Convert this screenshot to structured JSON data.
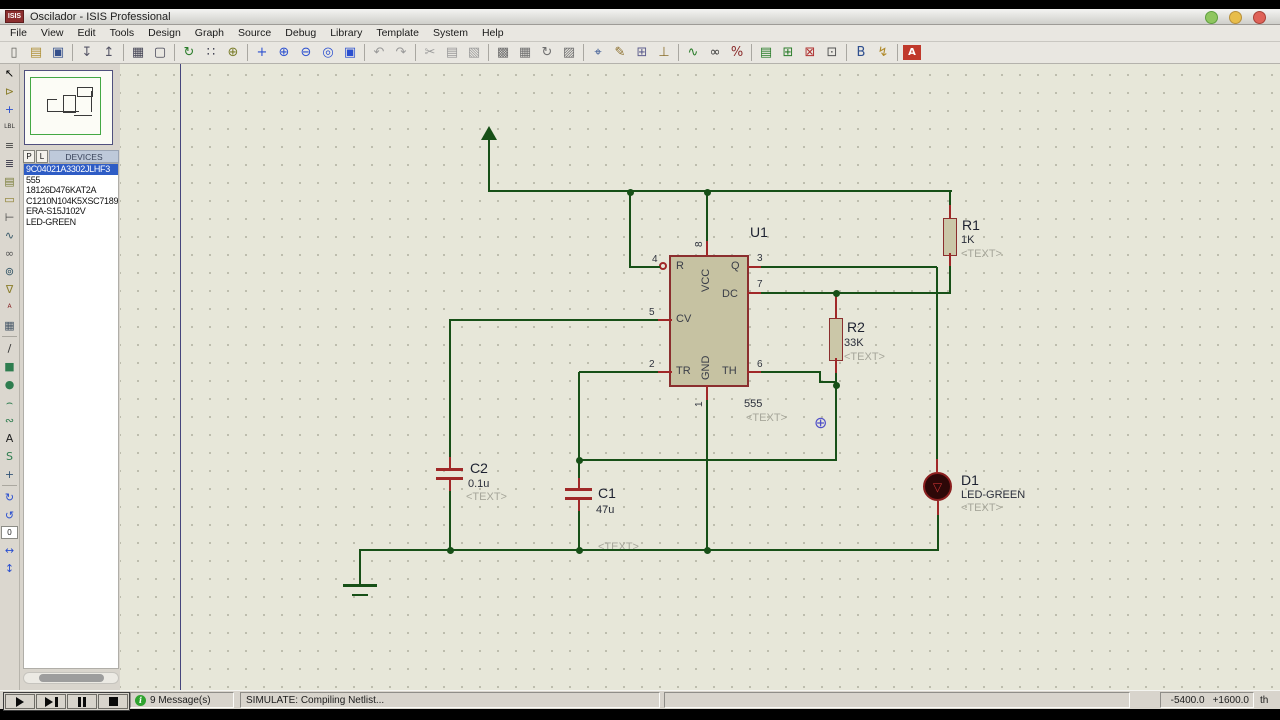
{
  "window": {
    "title": "Oscilador - ISIS Professional",
    "badge": "ISIS"
  },
  "menu": [
    "File",
    "View",
    "Edit",
    "Tools",
    "Design",
    "Graph",
    "Source",
    "Debug",
    "Library",
    "Template",
    "System",
    "Help"
  ],
  "toolbar_groups": [
    [
      {
        "n": "new-file-icon",
        "g": "▯",
        "c": "#666660"
      },
      {
        "n": "open-design-icon",
        "g": "▤",
        "c": "#b0923a"
      },
      {
        "n": "save-design-icon",
        "g": "▣",
        "c": "#35508c"
      }
    ],
    [
      {
        "n": "import-section-icon",
        "g": "↧",
        "c": "#556"
      },
      {
        "n": "export-section-icon",
        "g": "↥",
        "c": "#556"
      }
    ],
    [
      {
        "n": "print-icon",
        "g": "▦",
        "c": "#445"
      },
      {
        "n": "mark-output-area-icon",
        "g": "▢",
        "c": "#445"
      }
    ],
    [
      {
        "n": "redraw-icon",
        "g": "↻",
        "c": "#2a7d2a"
      },
      {
        "n": "toggle-grid-icon",
        "g": "∷",
        "c": "#445"
      },
      {
        "n": "origin-icon",
        "g": "⊕",
        "c": "#7a7d2a"
      }
    ],
    [
      {
        "n": "pan-icon",
        "g": "+",
        "c": "#2a4fd0"
      },
      {
        "n": "zoom-in-icon",
        "g": "⊕",
        "c": "#2a4fd0"
      },
      {
        "n": "zoom-out-icon",
        "g": "⊖",
        "c": "#2a4fd0"
      },
      {
        "n": "zoom-all-icon",
        "g": "◎",
        "c": "#2a4fd0"
      },
      {
        "n": "zoom-area-icon",
        "g": "▣",
        "c": "#2a4fd0"
      }
    ],
    [
      {
        "n": "undo-icon",
        "g": "↶",
        "c": "#9a9a9a"
      },
      {
        "n": "redo-icon",
        "g": "↷",
        "c": "#9a9a9a"
      }
    ],
    [
      {
        "n": "cut-icon",
        "g": "✂",
        "c": "#9a9a9a"
      },
      {
        "n": "copy-icon",
        "g": "▤",
        "c": "#9a9a9a"
      },
      {
        "n": "paste-icon",
        "g": "▧",
        "c": "#9a9a9a"
      }
    ],
    [
      {
        "n": "block-copy-icon",
        "g": "▩",
        "c": "#6f6f6f"
      },
      {
        "n": "block-move-icon",
        "g": "▦",
        "c": "#6f6f6f"
      },
      {
        "n": "block-rotate-icon",
        "g": "↻",
        "c": "#6f6f6f"
      },
      {
        "n": "block-delete-icon",
        "g": "▨",
        "c": "#6f6f6f"
      }
    ],
    [
      {
        "n": "pick-device-icon",
        "g": "⌖",
        "c": "#2f4f8f"
      },
      {
        "n": "make-device-icon",
        "g": "✎",
        "c": "#8a6d2a"
      },
      {
        "n": "packaging-tool-icon",
        "g": "⊞",
        "c": "#5f5f8f"
      },
      {
        "n": "decompose-icon",
        "g": "⊥",
        "c": "#8a6d2a"
      }
    ],
    [
      {
        "n": "wire-autorouter-icon",
        "g": "∿",
        "c": "#2a7d2a"
      },
      {
        "n": "search-tag-icon",
        "g": "∞",
        "c": "#333"
      },
      {
        "n": "property-assignment-icon",
        "g": "%",
        "c": "#8a2a2a"
      }
    ],
    [
      {
        "n": "design-explorer-icon",
        "g": "▤",
        "c": "#2a7d2a"
      },
      {
        "n": "new-sheet-icon",
        "g": "⊞",
        "c": "#2a7d2a"
      },
      {
        "n": "remove-sheet-icon",
        "g": "⊠",
        "c": "#b03030"
      },
      {
        "n": "goto-sheet-icon",
        "g": "⊡",
        "c": "#555"
      }
    ],
    [
      {
        "n": "bill-of-materials-icon",
        "g": "B",
        "c": "#2f4f8f"
      },
      {
        "n": "electrical-rule-check-icon",
        "g": "↯",
        "c": "#b08a2a"
      }
    ],
    [
      {
        "n": "netlist-to-ares-icon",
        "g": "A",
        "c": "#ffffff",
        "bg": "#c0392b"
      }
    ]
  ],
  "side_tools": [
    {
      "n": "selection-pointer-icon",
      "g": "↖",
      "c": "#000"
    },
    {
      "n": "component-mode-icon",
      "g": "⊳",
      "c": "#8a7d2a"
    },
    {
      "n": "junction-dot-mode-icon",
      "g": "+",
      "c": "#2a4fd0"
    },
    {
      "n": "wire-label-mode-icon",
      "g": "LBL",
      "c": "#333",
      "small": true
    },
    {
      "n": "text-script-mode-icon",
      "g": "≡",
      "c": "#444"
    },
    {
      "n": "buses-mode-icon",
      "g": "≣",
      "c": "#334"
    },
    {
      "n": "subcircuit-mode-icon",
      "g": "▤",
      "c": "#7a7d3a"
    },
    {
      "n": "terminal-mode-icon",
      "g": "▭",
      "c": "#8a7d2a"
    },
    {
      "n": "device-pin-mode-icon",
      "g": "⊢",
      "c": "#444"
    },
    {
      "n": "graph-mode-icon",
      "g": "∿",
      "c": "#356"
    },
    {
      "n": "tape-recorder-mode-icon",
      "g": "∞",
      "c": "#555"
    },
    {
      "n": "generator-mode-icon",
      "g": "⊚",
      "c": "#356"
    },
    {
      "n": "voltage-probe-mode-icon",
      "g": "∇",
      "c": "#8a7d2a"
    },
    {
      "n": "current-probe-mode-icon",
      "g": "A",
      "c": "#8a2a2a",
      "small": true
    },
    {
      "n": "virtual-instruments-mode-icon",
      "g": "▦",
      "c": "#456"
    },
    {
      "sep": true
    },
    {
      "n": "graphics-line-icon",
      "g": "/",
      "c": "#333"
    },
    {
      "n": "graphics-box-icon",
      "g": "■",
      "c": "#2e7d4f"
    },
    {
      "n": "graphics-circle-icon",
      "g": "●",
      "c": "#2e7d4f"
    },
    {
      "n": "graphics-arc-icon",
      "g": "⌢",
      "c": "#2e7d4f"
    },
    {
      "n": "graphics-closed-path-icon",
      "g": "∾",
      "c": "#2e7d4f"
    },
    {
      "n": "graphics-text-icon",
      "g": "A",
      "c": "#222"
    },
    {
      "n": "graphics-symbol-icon",
      "g": "S",
      "c": "#2e7d4f"
    },
    {
      "n": "marker-mode-icon",
      "g": "+",
      "c": "#357"
    },
    {
      "sep": true
    },
    {
      "n": "rotate-clockwise-icon",
      "g": "↻",
      "c": "#2a4fd0"
    },
    {
      "n": "rotate-anticlockwise-icon",
      "g": "↺",
      "c": "#2a4fd0"
    },
    {
      "angle": true
    },
    {
      "n": "mirror-horizontal-icon",
      "g": "↔",
      "c": "#2a4fd0"
    },
    {
      "n": "mirror-vertical-icon",
      "g": "↕",
      "c": "#2a4fd0"
    }
  ],
  "object_selector": {
    "pick_button": "P",
    "library_button": "L",
    "header": "DEVICES",
    "devices": [
      "9C04021A3302JLHF3",
      "555",
      "18126D476KAT2A",
      "C1210N104K5XSC7189",
      "ERA-S15J102V",
      "LED-GREEN"
    ],
    "selected_index": 0
  },
  "schematic": {
    "u1": {
      "ref": "U1",
      "value": "555",
      "placeholder": "<TEXT>",
      "pins": {
        "r": "R",
        "cv": "CV",
        "tr": "TR",
        "q": "Q",
        "dc": "DC",
        "th": "TH",
        "vcc": "VCC",
        "gnd": "GND"
      },
      "pin_numbers": {
        "r": "4",
        "cv": "5",
        "tr": "2",
        "q": "3",
        "dc": "7",
        "th": "6",
        "vcc": "8",
        "gnd": "1"
      }
    },
    "r1": {
      "ref": "R1",
      "value": "1K",
      "placeholder": "<TEXT>"
    },
    "r2": {
      "ref": "R2",
      "value": "33K",
      "placeholder": "<TEXT>"
    },
    "c1": {
      "ref": "C1",
      "value": "47u",
      "placeholder": "<TEXT>"
    },
    "c2": {
      "ref": "C2",
      "value": "0.1u",
      "placeholder": "<TEXT>"
    },
    "d1": {
      "ref": "D1",
      "value": "LED-GREEN",
      "placeholder": "<TEXT>"
    }
  },
  "orientation_angle": "0",
  "status": {
    "messages": "9 Message(s)",
    "activity": "SIMULATE: Compiling Netlist...",
    "coord_x": "-5400.0",
    "coord_y": "+1600.0",
    "units": "th"
  },
  "colors": {
    "wire_green": "#175017",
    "pin_red": "#a02828",
    "component_fill": "#cbc7a8",
    "component_border": "#8b2e2e",
    "canvas_bg": "#e7e7d9",
    "selection_blue": "#2e5cc5",
    "badge_red": "#8c2e2e"
  }
}
